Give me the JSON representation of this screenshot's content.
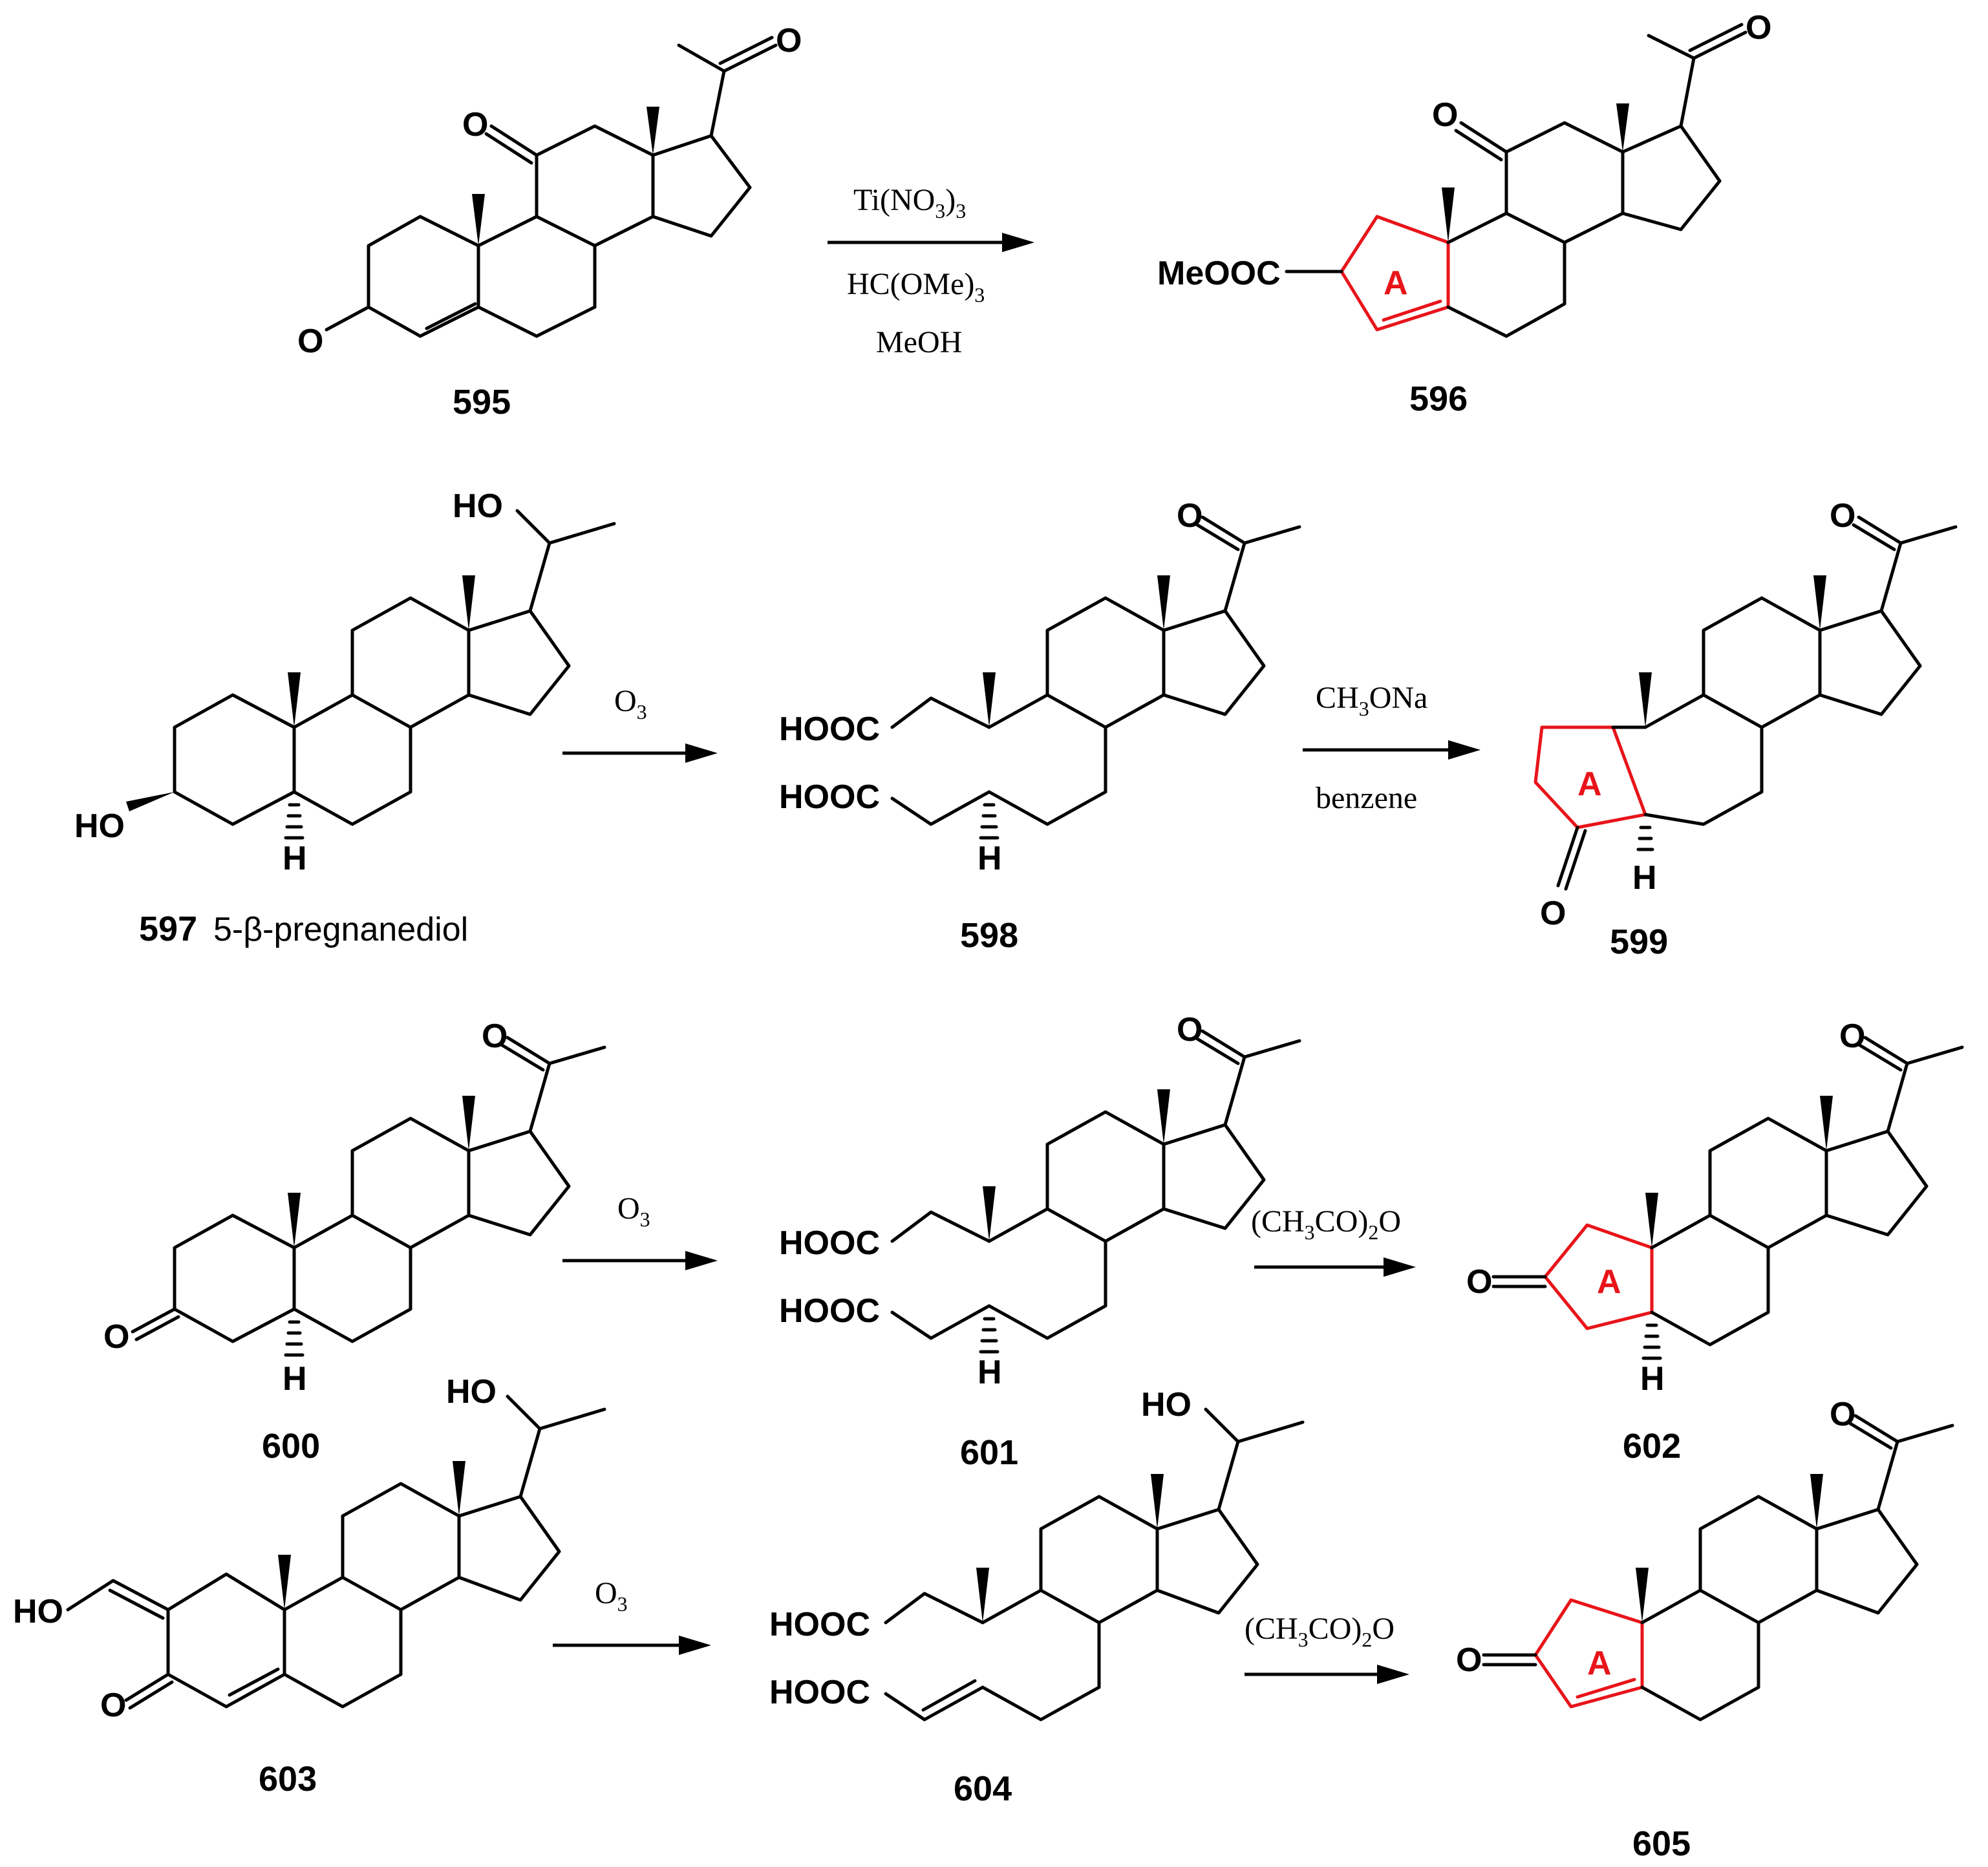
{
  "scheme": {
    "ring_label": "A",
    "ring_color": "#e8141a",
    "compounds": [
      {
        "id": "595",
        "name": ""
      },
      {
        "id": "596",
        "name": ""
      },
      {
        "id": "597",
        "name": "5-β-pregnanediol"
      },
      {
        "id": "598",
        "name": ""
      },
      {
        "id": "599",
        "name": ""
      },
      {
        "id": "600",
        "name": ""
      },
      {
        "id": "601",
        "name": ""
      },
      {
        "id": "602",
        "name": ""
      },
      {
        "id": "603",
        "name": ""
      },
      {
        "id": "604",
        "name": ""
      },
      {
        "id": "605",
        "name": ""
      }
    ],
    "reactions": [
      {
        "from": "595",
        "to": "596",
        "reagents": [
          "Ti(NO3)3",
          "HC(OMe)3",
          "MeOH"
        ]
      },
      {
        "from": "597",
        "to": "598",
        "reagents": [
          "O3"
        ]
      },
      {
        "from": "598",
        "to": "599",
        "reagents": [
          "CH3ONa",
          "benzene"
        ]
      },
      {
        "from": "600",
        "to": "601",
        "reagents": [
          "O3"
        ]
      },
      {
        "from": "601",
        "to": "602",
        "reagents": [
          "(CH3CO)2O"
        ]
      },
      {
        "from": "603",
        "to": "604",
        "reagents": [
          "O3"
        ]
      },
      {
        "from": "604",
        "to": "605",
        "reagents": [
          "(CH3CO)2O"
        ]
      }
    ],
    "atom_labels": {
      "oxygen": "O",
      "hydrogen": "H",
      "hydroxyl": "HO",
      "ester": "MeOOC",
      "acid": "HOOC"
    }
  }
}
